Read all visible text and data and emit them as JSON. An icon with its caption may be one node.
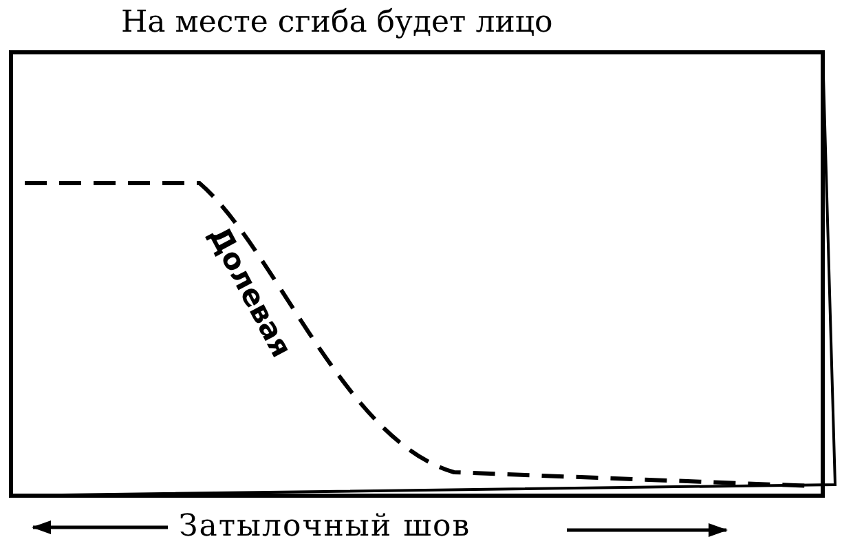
{
  "diagram": {
    "labels": [
      "На месте сгиба будет лицо",
      "Долевая",
      "Затылочный шов"
    ]
  }
}
